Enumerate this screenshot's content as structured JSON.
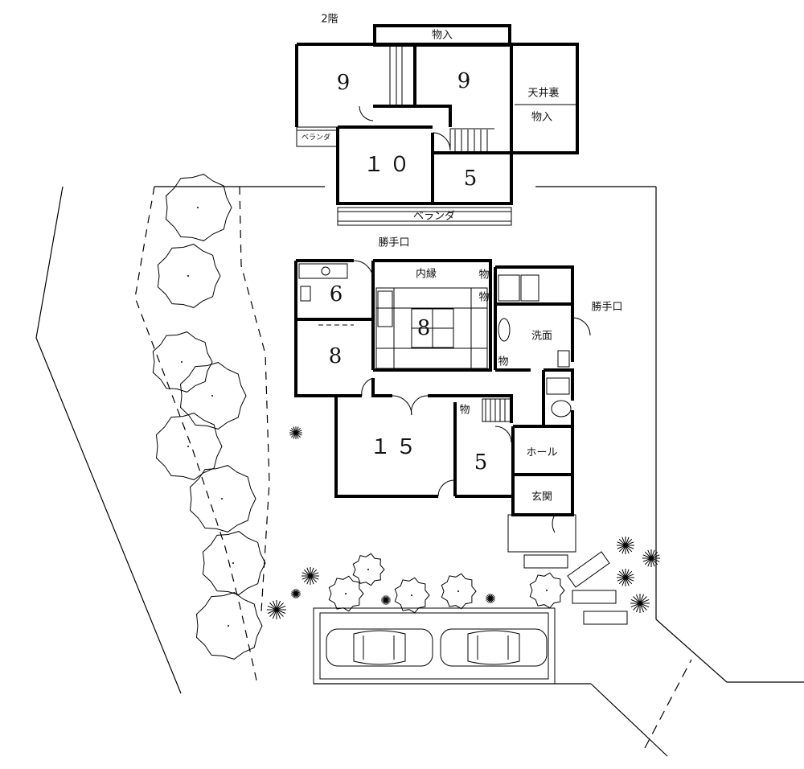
{
  "floor2": {
    "title": "2階",
    "rooms": {
      "storage_top": "物入",
      "room_9_left": "9",
      "room_9_right": "9",
      "attic": "天井裏",
      "storage_attic": "物入",
      "veranda_small": "ベランダ",
      "room_10": "１０",
      "room_5": "5",
      "veranda_bottom": "ベランダ"
    }
  },
  "floor1": {
    "rooms": {
      "back_door_top": "勝手口",
      "inner_veranda": "内縁",
      "storage_1": "物",
      "storage_2": "物",
      "room_6": "6",
      "room_8_tatami": "8",
      "back_door_right": "勝手口",
      "washroom": "洗面",
      "room_8_left": "8",
      "storage_3": "物",
      "storage_4": "物",
      "room_15": "１５",
      "room_5": "5",
      "hall": "ホール",
      "entrance": "玄関"
    }
  }
}
